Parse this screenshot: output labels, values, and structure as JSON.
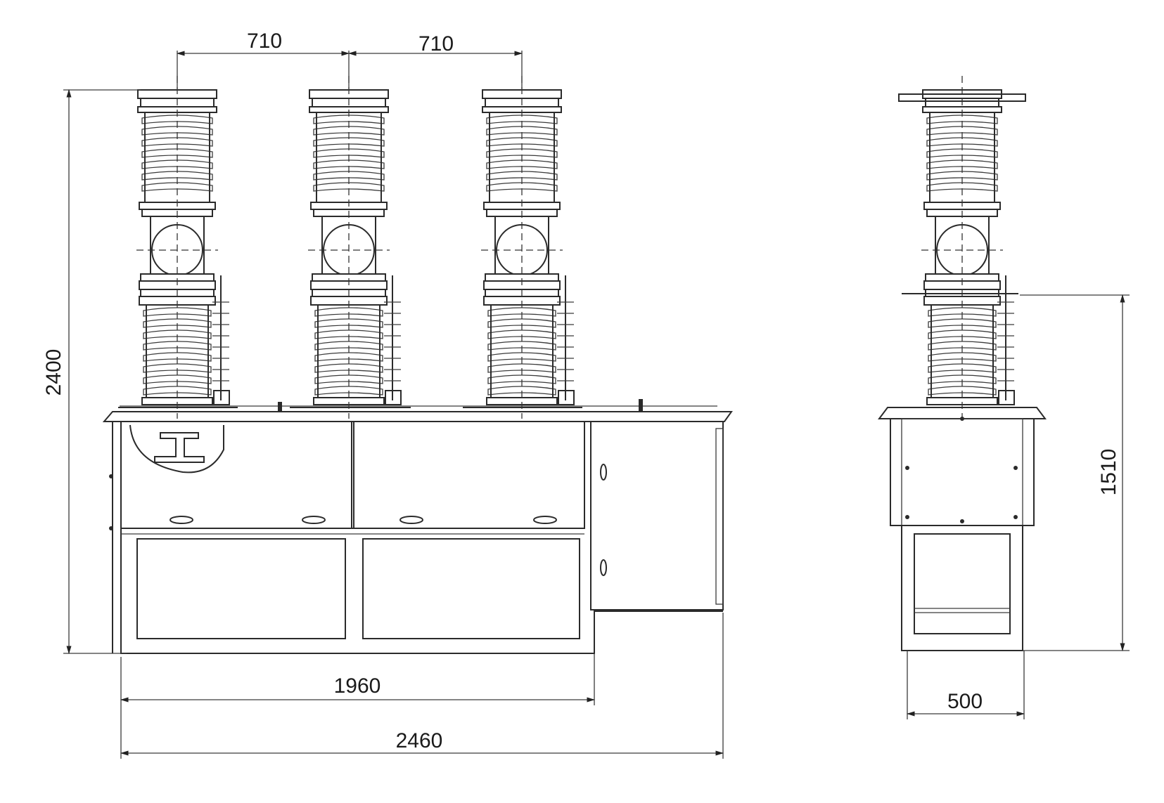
{
  "dimensions": {
    "pole_spacing_left": "710",
    "pole_spacing_right": "710",
    "overall_height": "2400",
    "base_width": "1960",
    "overall_width": "2460",
    "side_height": "1510",
    "side_width": "500"
  },
  "front_view": {
    "poles": 3
  },
  "side_view": {
    "poles": 1
  }
}
